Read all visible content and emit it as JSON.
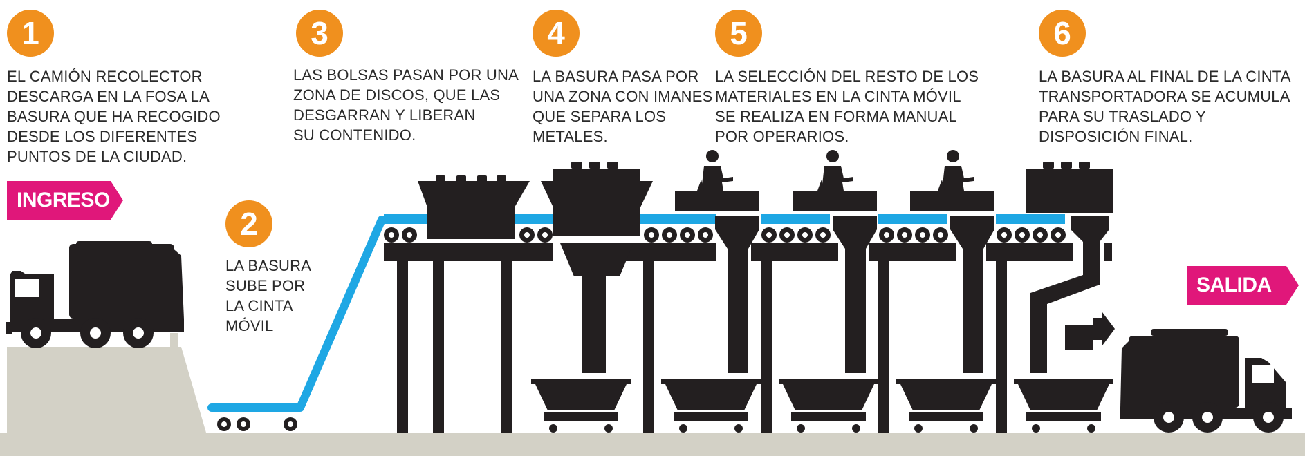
{
  "colors": {
    "accent_orange": "#f0901e",
    "accent_magenta": "#e0177a",
    "conveyor_blue": "#1ea7e4",
    "machinery": "#231f20",
    "ground": "#d3d1c6"
  },
  "labels": {
    "ingreso": "INGRESO",
    "salida": "SALIDA"
  },
  "steps": [
    {
      "number": "1",
      "text": "EL CAMIÓN RECOLECTOR\nDESCARGA EN LA FOSA LA\nBASURA QUE HA RECOGIDO\nDESDE LOS DIFERENTES\nPUNTOS DE LA CIUDAD."
    },
    {
      "number": "2",
      "text": "LA BASURA\nSUBE POR\nLA CINTA\nMÓVIL"
    },
    {
      "number": "3",
      "text": "LAS BOLSAS PASAN POR UNA\nZONA DE DISCOS, QUE LAS\nDESGARRAN Y LIBERAN\nSU CONTENIDO."
    },
    {
      "number": "4",
      "text": "LA BASURA PASA POR\nUNA ZONA CON IMANES\nQUE SEPARA LOS\nMETALES."
    },
    {
      "number": "5",
      "text": "LA SELECCIÓN DEL RESTO DE LOS\nMATERIALES EN LA CINTA MÓVIL\nSE REALIZA EN FORMA MANUAL\nPOR OPERARIOS."
    },
    {
      "number": "6",
      "text": "LA BASURA AL FINAL DE LA CINTA\nTRANSPORTADORA SE ACUMULA\nPARA SU TRASLADO Y\nDISPOSICIÓN FINAL."
    }
  ],
  "icons": {
    "truck": "garbage-truck-icon",
    "worker": "worker-icon",
    "bin": "hopper-bin-icon"
  }
}
